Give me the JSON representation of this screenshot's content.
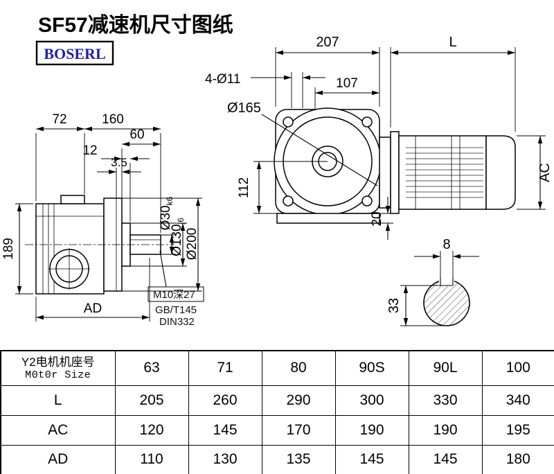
{
  "page": {
    "title": "SF57减速机尺寸图纸",
    "brand": "BOSERL"
  },
  "front_view": {
    "dim_width": "207",
    "dim_motor_length": "L",
    "dim_bolt_holes": "4-Ø11",
    "dim_flange_offset": "107",
    "dim_flange_dia": "Ø165",
    "dim_center_height": "112",
    "dim_foot": "20",
    "dim_motor_dia": "AC"
  },
  "side_view": {
    "dim_body_width": "72",
    "dim_total_length": "160",
    "dim_shaft_length": "60",
    "dim_step": "12",
    "dim_gap": "3.5",
    "dim_height": "189",
    "dim_ad": "AD",
    "dia_shaft": {
      "label": "Ø30",
      "sub": "k6"
    },
    "dia_spigot": {
      "label": "Ø130",
      "sub": "j6"
    },
    "dia_flange": {
      "label": "Ø200",
      "sub": ""
    },
    "thread_note": "M10深27",
    "standard_note1": "GB/T145",
    "standard_note2": "DIN332"
  },
  "shaft_section": {
    "dim_key_width": "8",
    "dim_height": "33"
  },
  "table": {
    "header": {
      "label_cn": "Y2电机机座号",
      "label_en": "M0t0r Size",
      "sizes": [
        "63",
        "71",
        "80",
        "90S",
        "90L",
        "100"
      ]
    },
    "rows": [
      {
        "label": "L",
        "values": [
          "205",
          "260",
          "290",
          "300",
          "330",
          "340"
        ]
      },
      {
        "label": "AC",
        "values": [
          "120",
          "145",
          "170",
          "190",
          "190",
          "195"
        ]
      },
      {
        "label": "AD",
        "values": [
          "110",
          "130",
          "135",
          "145",
          "145",
          "180"
        ]
      }
    ]
  }
}
